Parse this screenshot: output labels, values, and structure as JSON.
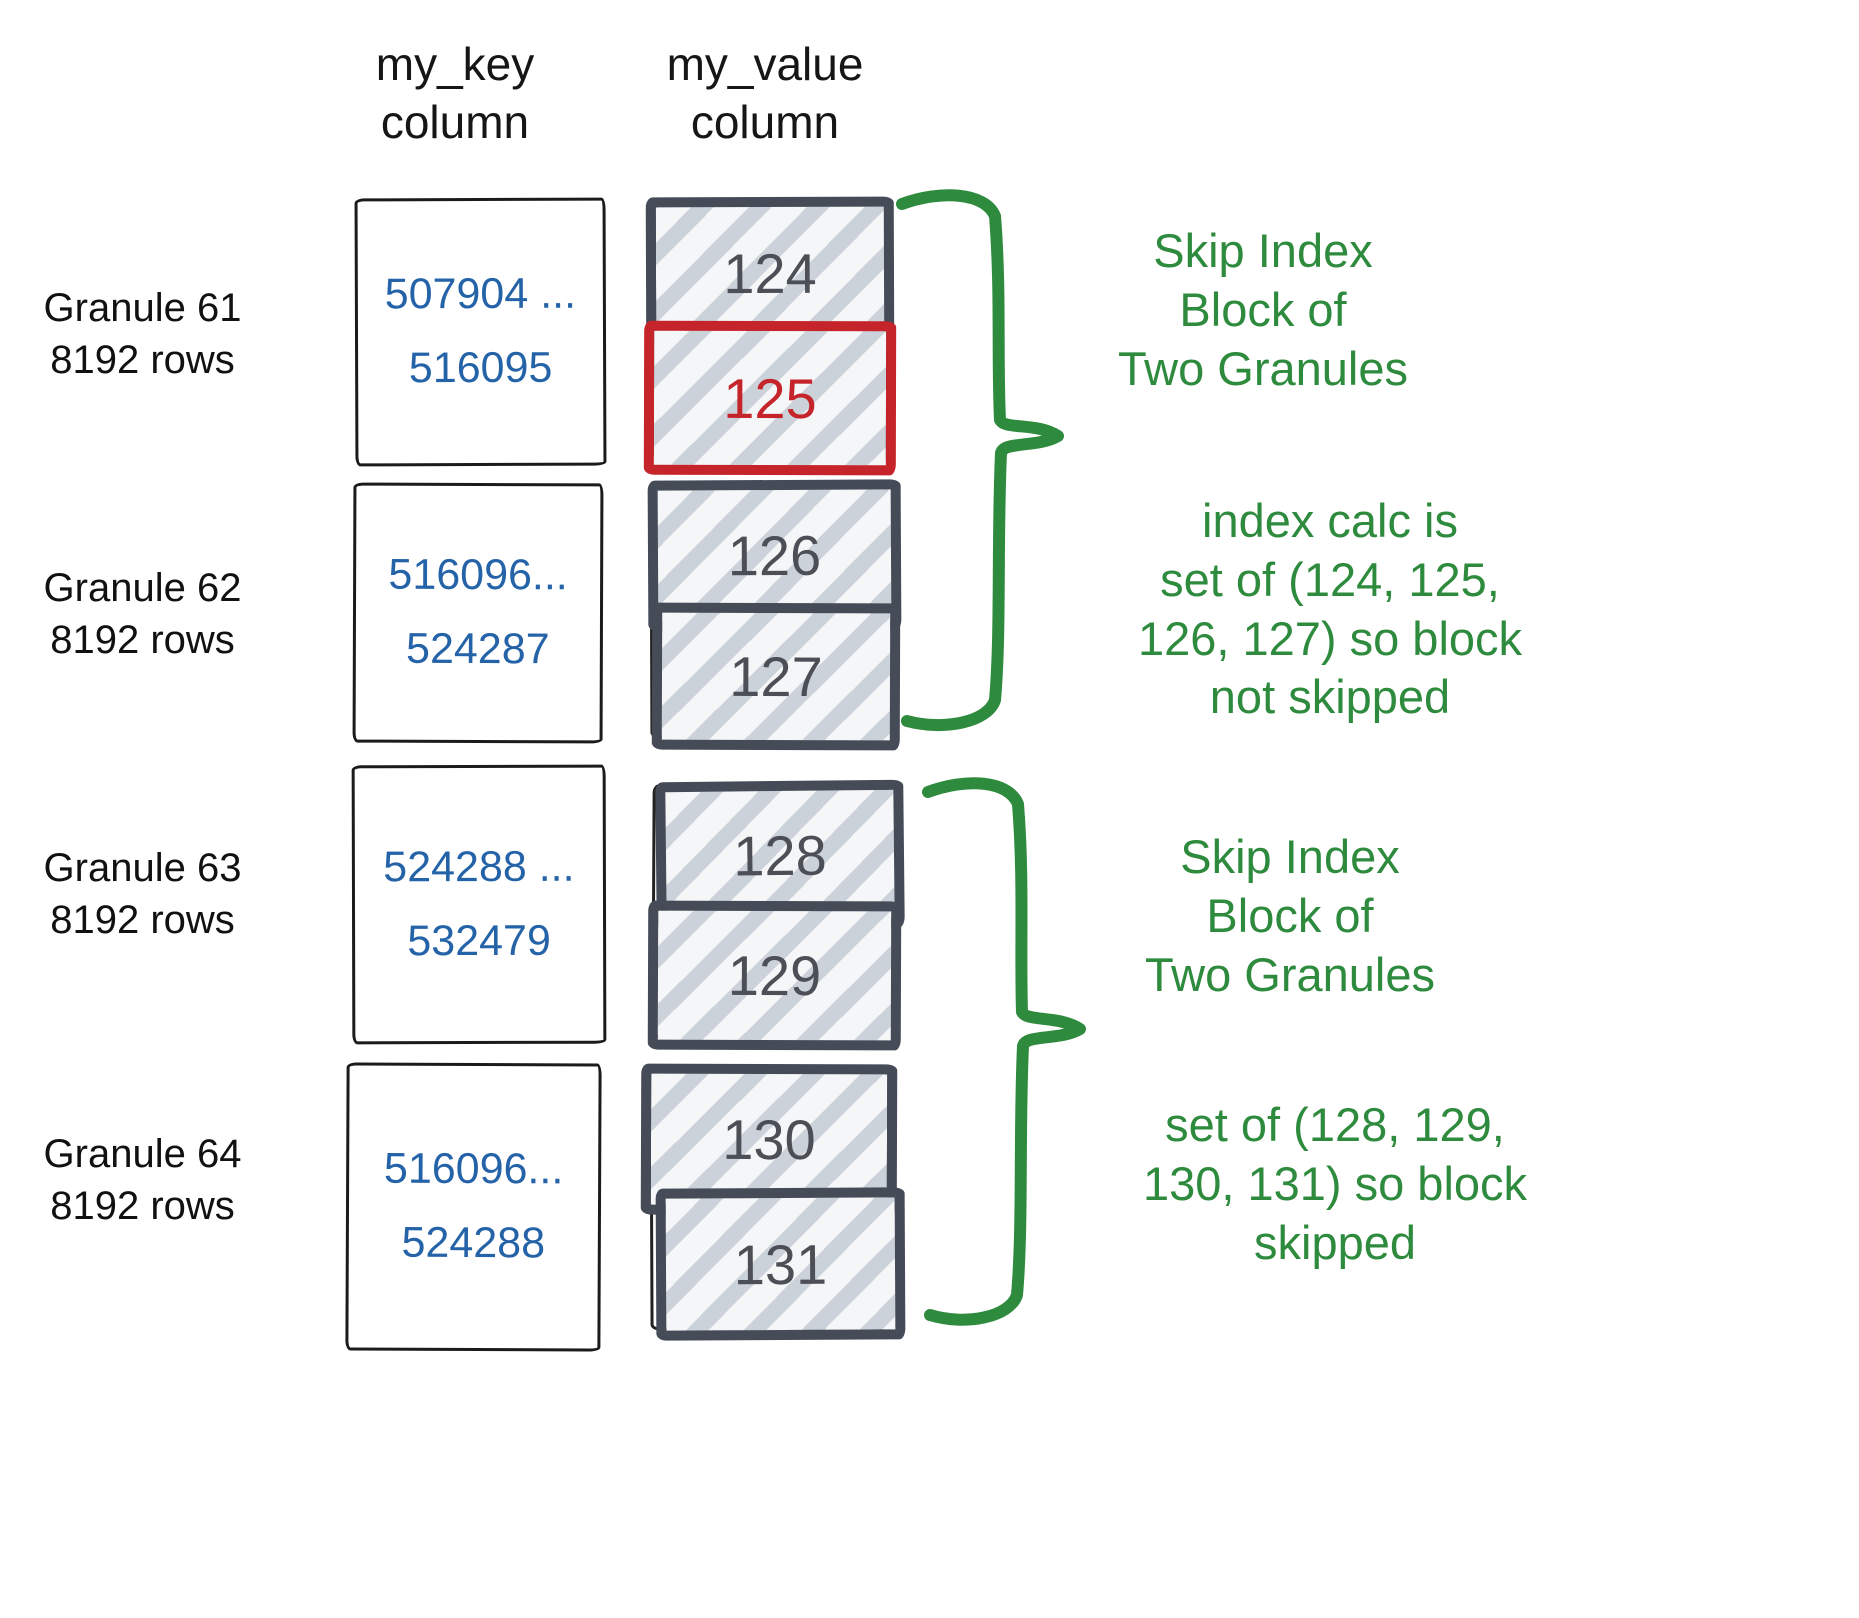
{
  "headers": {
    "key": "my_key\ncolumn",
    "value": "my_value\ncolumn"
  },
  "granules": [
    {
      "label": "Granule 61\n8192 rows",
      "key_range": "507904 ...\n516095",
      "cells": [
        "124",
        "125"
      ]
    },
    {
      "label": "Granule 62\n8192 rows",
      "key_range": "516096...\n524287",
      "cells": [
        "126",
        "127"
      ]
    },
    {
      "label": "Granule 63\n8192 rows",
      "key_range": "524288 ...\n532479",
      "cells": [
        "128",
        "129"
      ]
    },
    {
      "label": "Granule 64\n8192 rows",
      "key_range": "516096...\n524288",
      "cells": [
        "130",
        "131"
      ]
    }
  ],
  "highlighted_value": "125",
  "annotations": [
    "Skip Index\nBlock of\nTwo Granules",
    "index calc is\nset of (124, 125,\n126, 127) so block\nnot skipped",
    "Skip Index\nBlock of\nTwo Granules",
    "set of (128, 129,\n130, 131) so block\nskipped"
  ],
  "colors": {
    "annotation_green": "#2e8b3e",
    "key_blue": "#2563a8",
    "highlight_red": "#c5242b",
    "cell_border_slate": "#454b57"
  }
}
